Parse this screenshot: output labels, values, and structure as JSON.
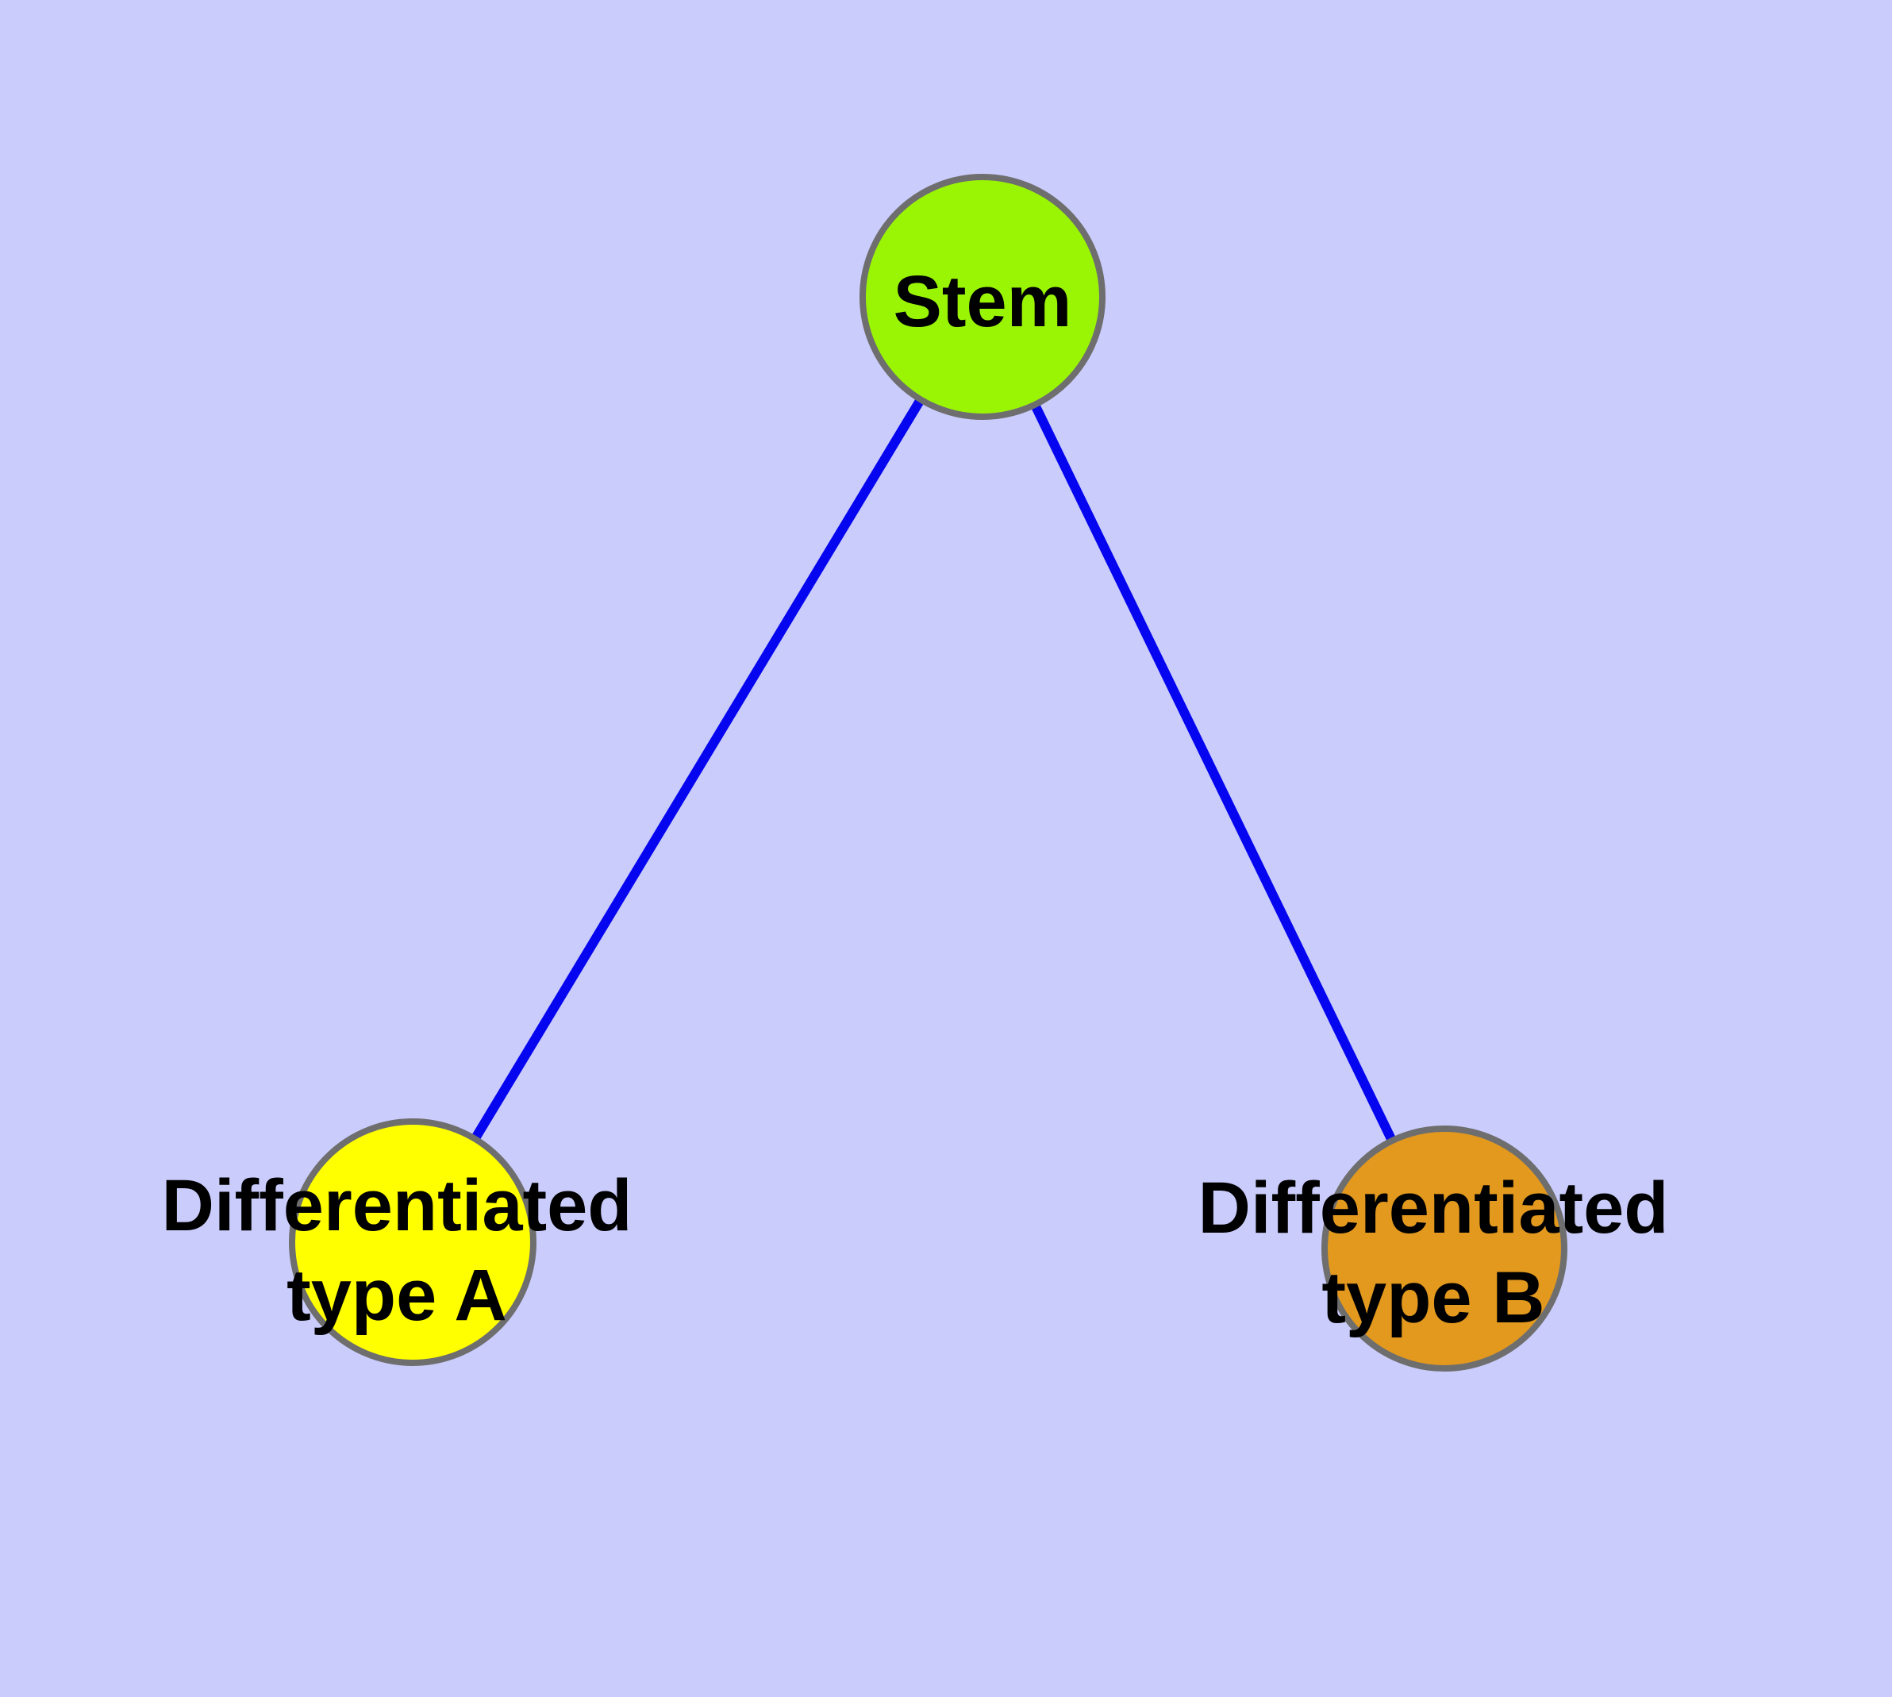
{
  "diagram": {
    "type": "node-link graph",
    "background_color": "#CACCFC",
    "edge_color": "#0505EF",
    "node_border_color": "#6E6E6E",
    "nodes": {
      "stem": {
        "label": "Stem",
        "fill": "#9AF505"
      },
      "type_a": {
        "label_line1": "Differentiated",
        "label_line2": "type A",
        "fill": "#FFFF00"
      },
      "type_b": {
        "label_line1": "Differentiated",
        "label_line2": "type B",
        "fill": "#E2991E"
      }
    },
    "edges": [
      {
        "from": "Stem",
        "to": "Differentiated type A"
      },
      {
        "from": "Stem",
        "to": "Differentiated type B"
      }
    ]
  }
}
